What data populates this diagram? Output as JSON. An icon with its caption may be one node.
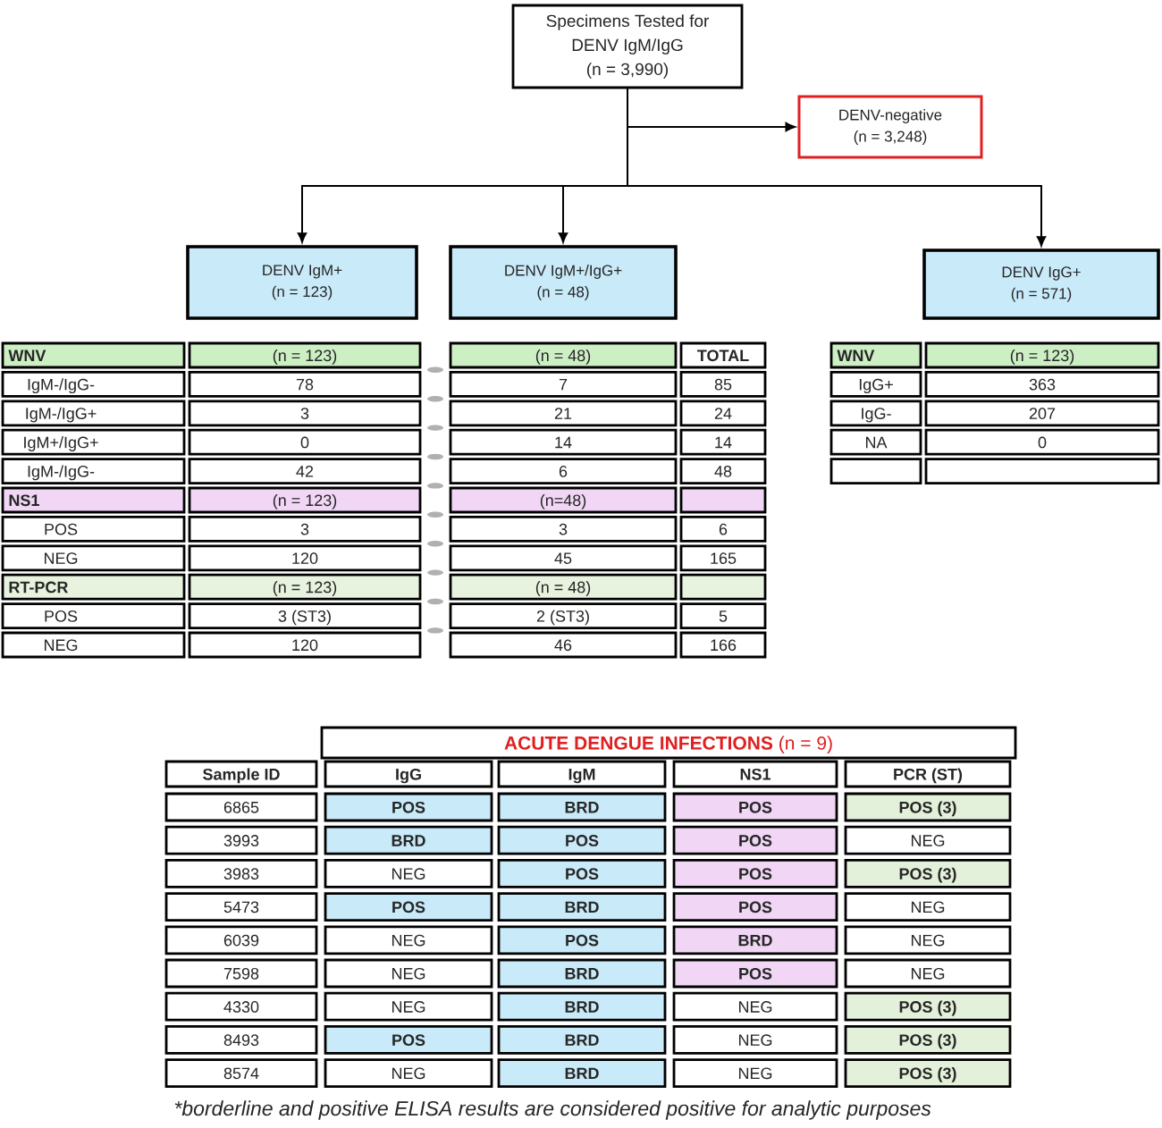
{
  "diagram": {
    "nodes": [
      {
        "text": [
          "Specimens Tested for DENV IgM/IgG",
          "(n = 3,990)"
        ]
      },
      {
        "text": [
          "DENV-negative",
          "(n = 3,248)"
        ]
      },
      {
        "text": [
          "DENV IgM+",
          "(n = 123)"
        ]
      },
      {
        "text": [
          "DENV IgM+/IgG+",
          "(n = 48)"
        ]
      },
      {
        "text": [
          "DENV IgG+",
          "(n = 571)"
        ]
      }
    ],
    "edges": [
      {
        "from": 0,
        "to": 1,
        "arrow": "to"
      },
      {
        "from": 0,
        "to": 2,
        "arrow": "to"
      },
      {
        "from": 0,
        "to": 3,
        "arrow": "to"
      },
      {
        "from": 0,
        "to": 4,
        "arrow": "to"
      }
    ],
    "labels": [
      "WNV",
      "(n = 123)",
      "(n = 48)",
      "TOTAL",
      "IgM-/IgG-",
      "78",
      "7",
      "85",
      "IgM-/IgG+",
      "3",
      "21",
      "24",
      "IgM+/IgG+",
      "0",
      "14",
      "14",
      "IgM-/IgG-",
      "42",
      "6",
      "48",
      "NS1",
      "(n = 123)",
      "(n=48)",
      "POS",
      "3",
      "3",
      "6",
      "NEG",
      "120",
      "45",
      "165",
      "RT-PCR",
      "(n = 123)",
      "(n = 48)",
      "POS",
      "3 (ST3)",
      "2 (ST3)",
      "5",
      "NEG",
      "120",
      "46",
      "166",
      "WNV",
      "(n = 123)",
      "IgG+",
      "363",
      "IgG-",
      "207",
      "NA",
      "0",
      "**ACUTE DENGUE INFECTIONS** (n = 9)",
      "Sample ID",
      "IgG",
      "IgM",
      "NS1",
      "PCR (ST)",
      "6865",
      "POS",
      "BRD",
      "POS",
      "POS (3)",
      "3993",
      "BRD",
      "POS",
      "POS",
      "NEG",
      "3983",
      "NEG",
      "POS",
      "POS",
      "POS (3)",
      "5473",
      "POS",
      "BRD",
      "POS",
      "NEG",
      "6039",
      "NEG",
      "POS",
      "BRD",
      "NEG",
      "7598",
      "NEG",
      "BRD",
      "POS",
      "NEG",
      "4330",
      "NEG",
      "BRD",
      "NEG",
      "POS (3)",
      "8493",
      "POS",
      "BRD",
      "NEG",
      "POS (3)",
      "8574",
      "NEG",
      "BRD",
      "NEG",
      "POS (3)",
      "*borderline and positive ELISA results are considered positive for analytic purposes"
    ]
  }
}
